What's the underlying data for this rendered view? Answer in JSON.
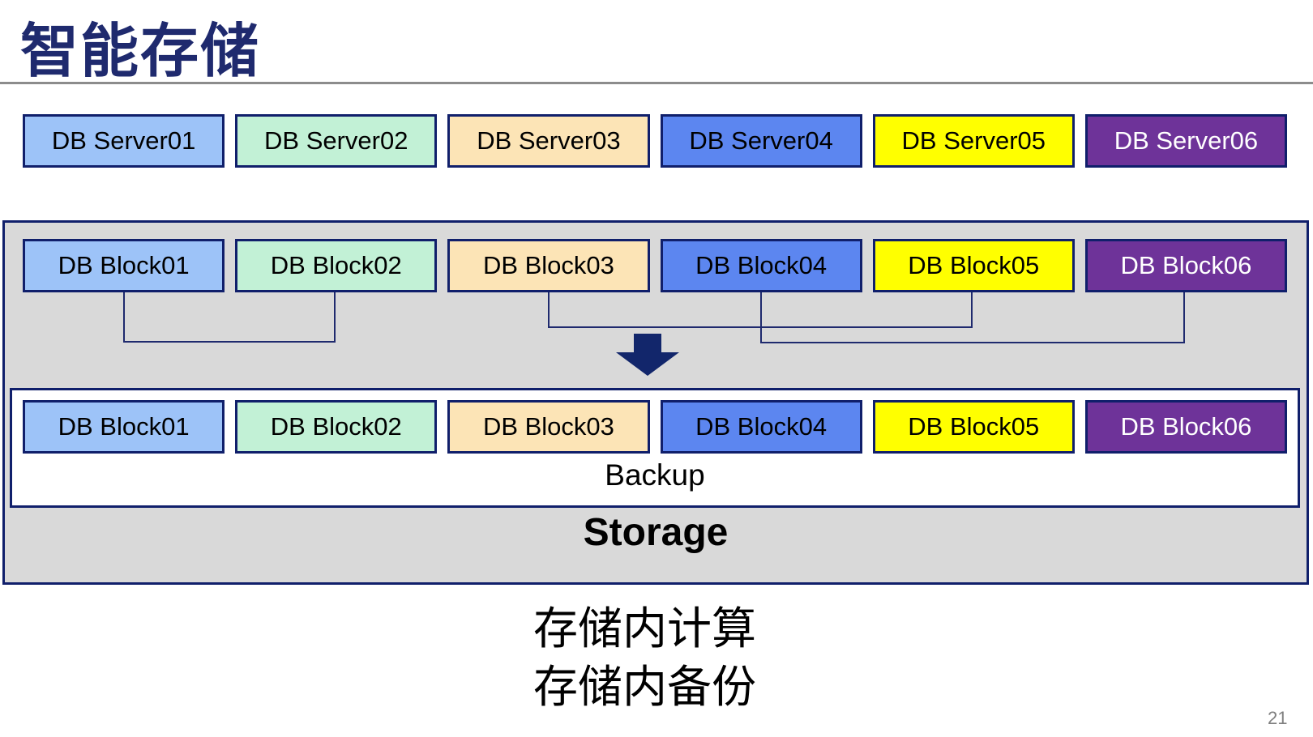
{
  "slide": {
    "title": "智能存储",
    "backup_label": "Backup",
    "storage_label": "Storage",
    "note_line1": "存储内计算",
    "note_line2": "存储内备份",
    "page_number": "21"
  },
  "colors": {
    "navy_border": "#101F6B",
    "navy_title": "#1F2A6E",
    "navy_arrow": "#12266B",
    "gray_container_fill": "#D9D9D9",
    "rule_gray": "#8C8C8C",
    "page_number_gray": "#7F7F7F",
    "backup_box_fill": "#FFFFFF"
  },
  "servers": [
    {
      "label": "DB Server01",
      "fill": "#9DC3F8",
      "text": "#000000"
    },
    {
      "label": "DB Server02",
      "fill": "#C2F1D6",
      "text": "#000000"
    },
    {
      "label": "DB Server03",
      "fill": "#FCE4B6",
      "text": "#000000"
    },
    {
      "label": "DB Server04",
      "fill": "#5C86F0",
      "text": "#000000"
    },
    {
      "label": "DB Server05",
      "fill": "#FFFF00",
      "text": "#000000"
    },
    {
      "label": "DB Server06",
      "fill": "#6E3399",
      "text": "#FFFFFF"
    }
  ],
  "blocks_top": [
    {
      "label": "DB Block01",
      "fill": "#9DC3F8",
      "text": "#000000"
    },
    {
      "label": "DB Block02",
      "fill": "#C2F1D6",
      "text": "#000000"
    },
    {
      "label": "DB Block03",
      "fill": "#FCE4B6",
      "text": "#000000"
    },
    {
      "label": "DB Block04",
      "fill": "#5C86F0",
      "text": "#000000"
    },
    {
      "label": "DB Block05",
      "fill": "#FFFF00",
      "text": "#000000"
    },
    {
      "label": "DB Block06",
      "fill": "#6E3399",
      "text": "#FFFFFF"
    }
  ],
  "blocks_backup": [
    {
      "label": "DB Block01",
      "fill": "#9DC3F8",
      "text": "#000000"
    },
    {
      "label": "DB Block02",
      "fill": "#C2F1D6",
      "text": "#000000"
    },
    {
      "label": "DB Block03",
      "fill": "#FCE4B6",
      "text": "#000000"
    },
    {
      "label": "DB Block04",
      "fill": "#5C86F0",
      "text": "#000000"
    },
    {
      "label": "DB Block05",
      "fill": "#FFFF00",
      "text": "#000000"
    },
    {
      "label": "DB Block06",
      "fill": "#6E3399",
      "text": "#FFFFFF"
    }
  ]
}
